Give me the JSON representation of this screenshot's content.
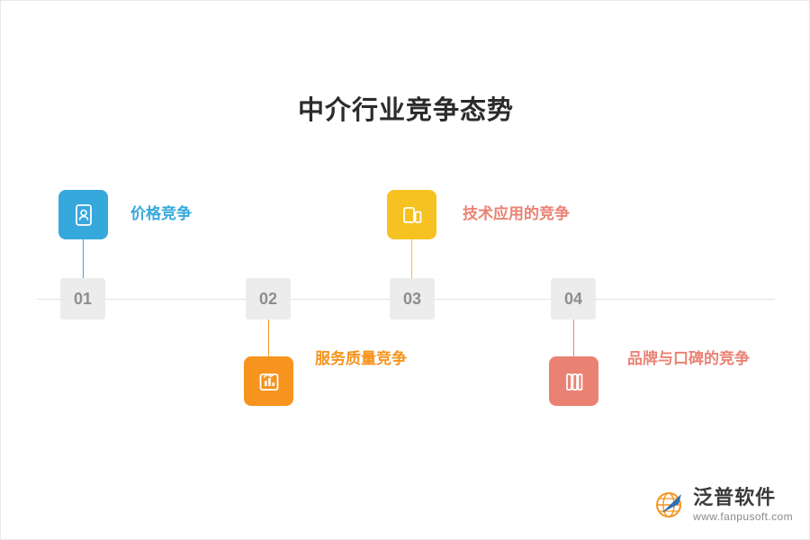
{
  "title": "中介行业竞争态势",
  "colors": {
    "blue": "#36a9dc",
    "orange": "#f7941e",
    "yellow": "#f6c221",
    "red": "#ea8274",
    "axis": "#e3e3e3",
    "chip_bg": "#ececec",
    "chip_text": "#8d8d8d",
    "title_text": "#2b2b2b"
  },
  "steps": [
    {
      "number": "01",
      "label": "价格竞争",
      "color": "#36a9dc",
      "icon": "id-card-icon",
      "position": "above"
    },
    {
      "number": "02",
      "label": "服务质量竞争",
      "color": "#f7941e",
      "icon": "bar-chart-box-icon",
      "position": "below"
    },
    {
      "number": "03",
      "label": "技术应用的竞争",
      "color": "#f6c221",
      "icon": "devices-icon",
      "position": "above"
    },
    {
      "number": "04",
      "label": "品牌与口碑的竞争",
      "color": "#ea8274",
      "icon": "books-icon",
      "position": "below"
    }
  ],
  "logo": {
    "name": "泛普软件",
    "url": "www.fanpusoft.com"
  }
}
